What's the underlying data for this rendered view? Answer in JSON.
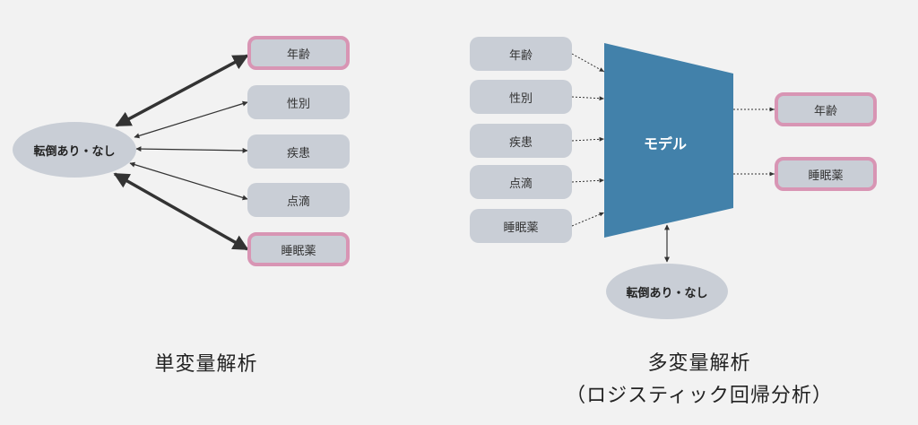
{
  "left_panel": {
    "target": "転倒あり・なし",
    "variables": [
      {
        "label": "年齢",
        "highlighted": true
      },
      {
        "label": "性別",
        "highlighted": false
      },
      {
        "label": "疾患",
        "highlighted": false
      },
      {
        "label": "点滴",
        "highlighted": false
      },
      {
        "label": "睡眠薬",
        "highlighted": true
      }
    ],
    "caption": "単変量解析"
  },
  "right_panel": {
    "inputs": [
      "年齢",
      "性別",
      "疾患",
      "点滴",
      "睡眠薬"
    ],
    "model_label": "モデル",
    "outputs": [
      {
        "label": "年齢",
        "highlighted": true
      },
      {
        "label": "睡眠薬",
        "highlighted": true
      }
    ],
    "target": "転倒あり・なし",
    "caption_line1": "多変量解析",
    "caption_line2": "（ロジスティック回帰分析）"
  },
  "colors": {
    "box_fill": "#c9ced6",
    "highlight_border": "#d895b4",
    "model_fill": "#4281aa",
    "background": "#f2f2f2"
  }
}
